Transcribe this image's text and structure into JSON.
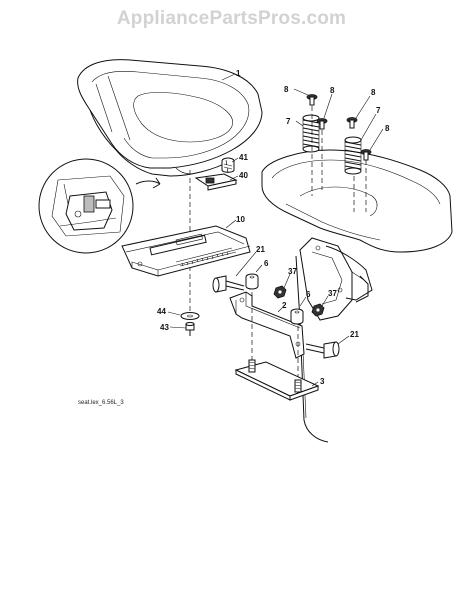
{
  "watermark": "AppliancePartsPros.com",
  "drawing_code": "seat.lex_6.56L_3",
  "callouts": {
    "c1": "1",
    "c2": "2",
    "c3": "3",
    "c6a": "6",
    "c6b": "6",
    "c7a": "7",
    "c7b": "7",
    "c8a": "8",
    "c8b": "8",
    "c8c": "8",
    "c8d": "8",
    "c10": "10",
    "c21a": "21",
    "c21b": "21",
    "c37a": "37",
    "c37b": "37",
    "c40": "40",
    "c41": "41",
    "c43": "43",
    "c44": "44"
  }
}
